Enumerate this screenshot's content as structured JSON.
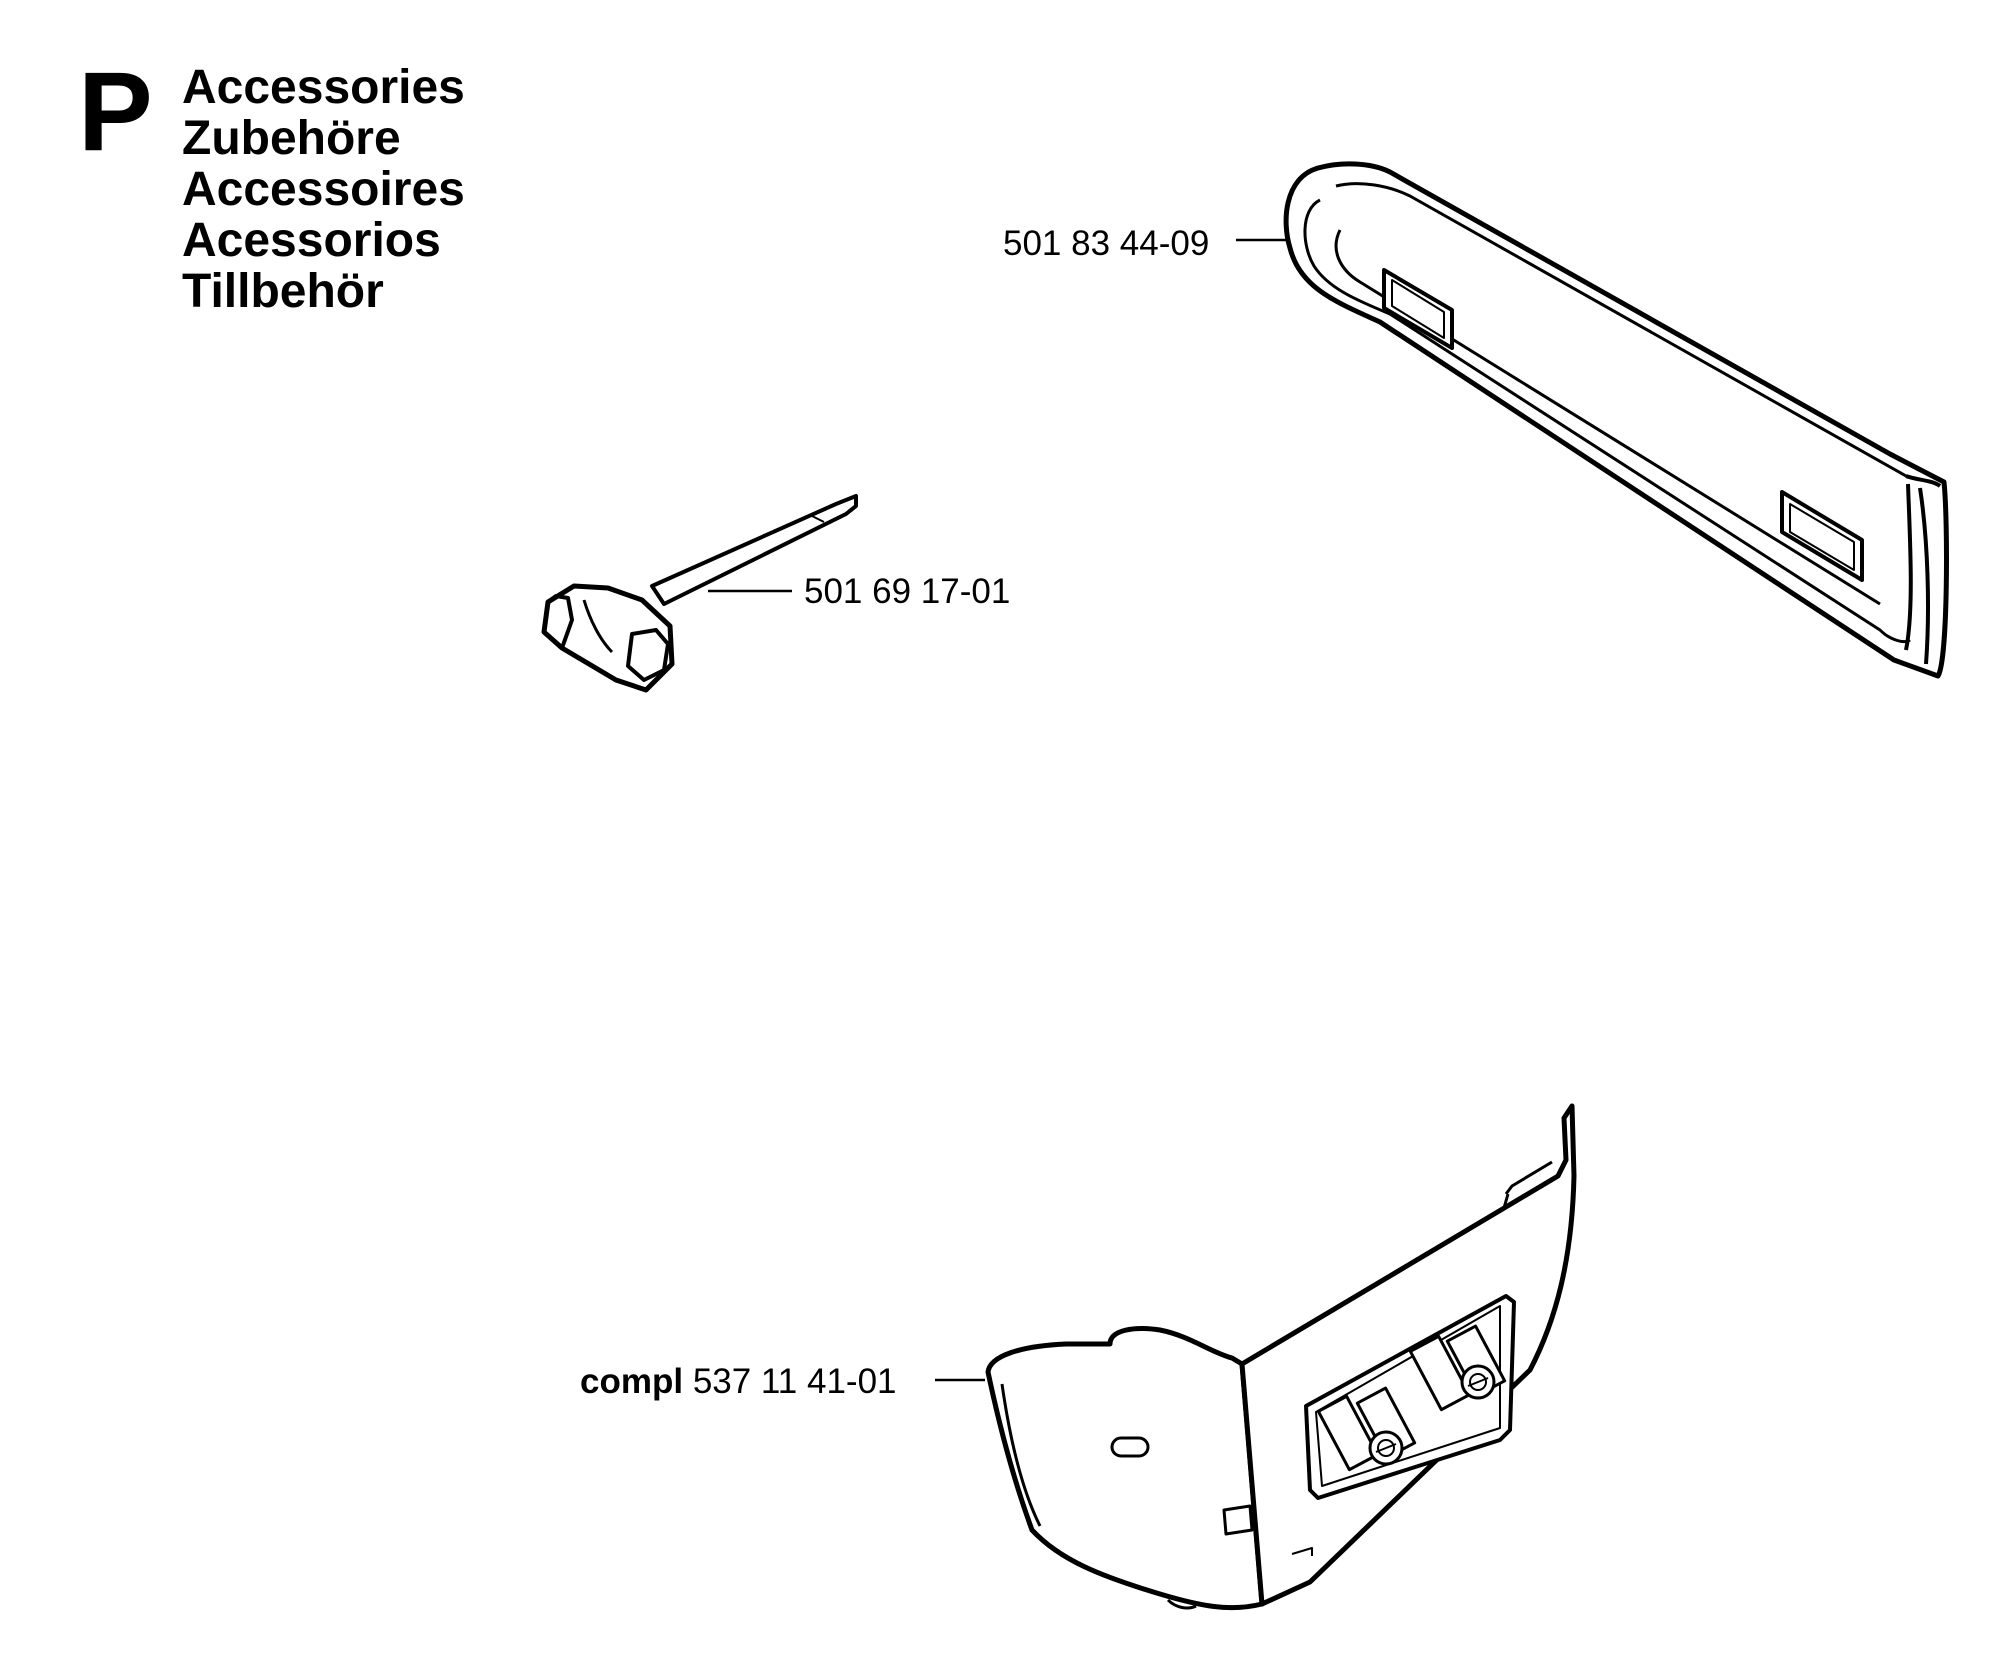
{
  "header": {
    "section_letter": "P",
    "titles": [
      "Accessories",
      "Zubehöre",
      "Accessoires",
      "Acessorios",
      "Tillbehör"
    ]
  },
  "parts": {
    "bar_cover": {
      "number": "501 83 44-09",
      "icon": "bar-cover-icon"
    },
    "combination_wrench": {
      "number": "501 69 17-01",
      "icon": "combination-wrench-icon"
    },
    "clutch_cover": {
      "prefix": "compl",
      "number": "537 11 41-01",
      "icon": "clutch-cover-icon"
    }
  },
  "colors": {
    "line": "#000000",
    "background": "#ffffff"
  }
}
